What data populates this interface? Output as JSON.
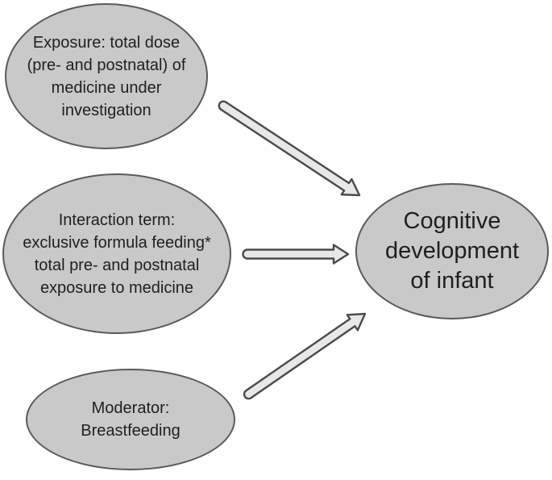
{
  "theme": {
    "canvas-bg": "#ffffff",
    "node-fill": "#c9c9c9",
    "node-stroke": "#5a5a5a",
    "arrow-fill": "#e8e8e8",
    "arrow-stroke": "#4a4a4a",
    "text-color": "#1f1f1f"
  },
  "nodes": {
    "exposure": {
      "label": "Exposure: total dose\n(pre- and postnatal) of\nmedicine under\ninvestigation"
    },
    "interaction": {
      "label": "Interaction term:\nexclusive formula feeding*\ntotal pre- and postnatal\nexposure to medicine"
    },
    "moderator": {
      "label": "Moderator:\nBreastfeeding"
    },
    "outcome": {
      "label": "Cognitive\ndevelopment\nof infant"
    }
  },
  "edges": [
    {
      "from": "exposure",
      "to": "outcome"
    },
    {
      "from": "interaction",
      "to": "outcome"
    },
    {
      "from": "moderator",
      "to": "outcome"
    }
  ]
}
